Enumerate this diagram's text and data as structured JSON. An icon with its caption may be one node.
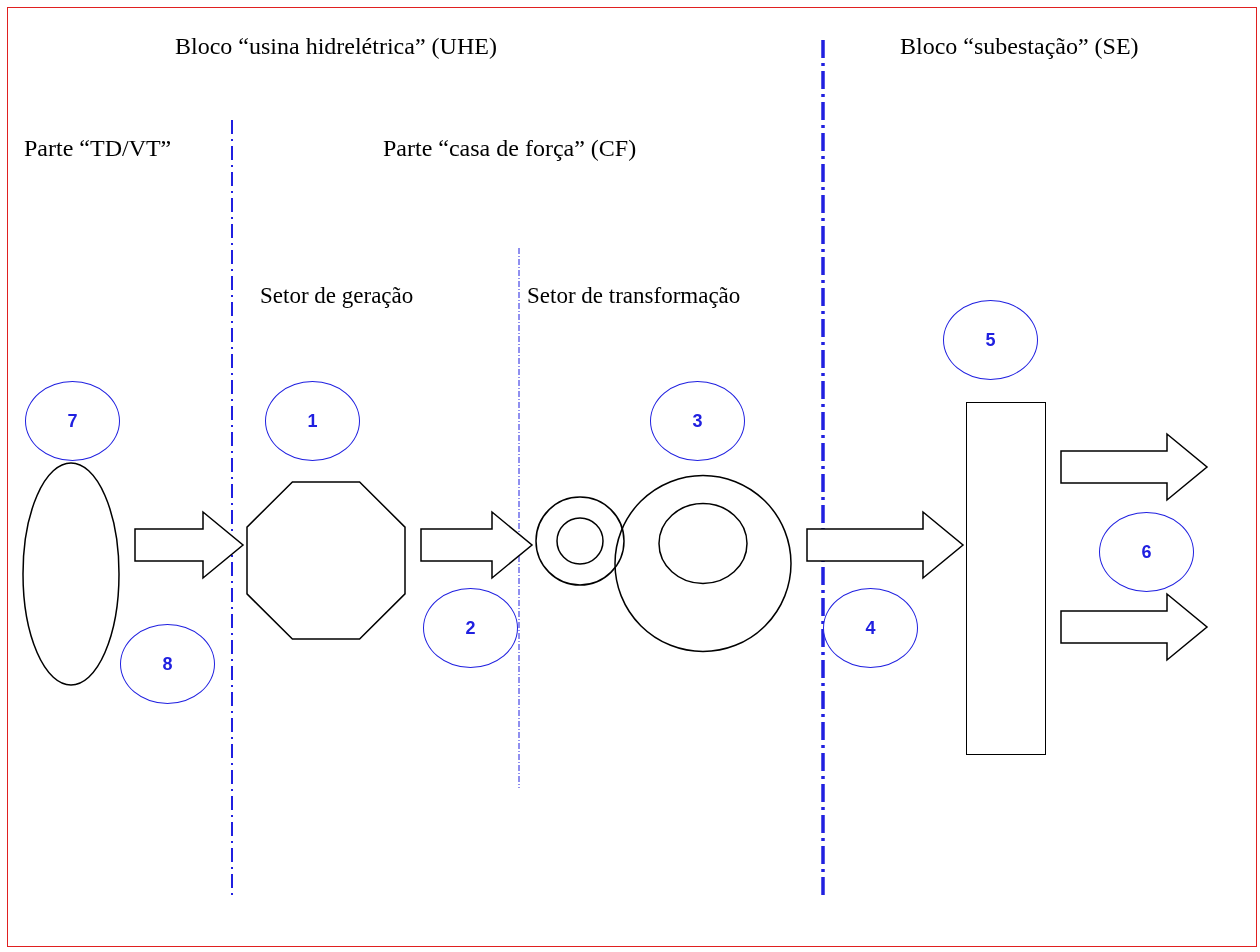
{
  "diagram": {
    "nodes": [
      {
        "text": [
          "5"
        ]
      },
      {
        "text": [
          "7"
        ]
      },
      {
        "text": [
          "1"
        ]
      },
      {
        "text": [
          "3"
        ]
      },
      {
        "text": [],
        "shape": "bar"
      },
      {
        "text": [],
        "shape": "ellipse"
      },
      {
        "text": [],
        "shape": "circle"
      },
      {
        "text": [],
        "shape": "octagon"
      },
      {
        "text": [
          "6"
        ]
      },
      {
        "text": [
          "2"
        ]
      },
      {
        "text": [
          "4"
        ]
      },
      {
        "text": [
          "8"
        ]
      }
    ],
    "edges": [
      {
        "from": 5,
        "to": 7,
        "arrow": "to"
      },
      {
        "from": 7,
        "to": 6,
        "arrow": "to"
      },
      {
        "from": 6,
        "to": 4,
        "arrow": "to"
      },
      {
        "from": 4,
        "to": null,
        "arrow": "to"
      },
      {
        "from": 4,
        "to": null,
        "arrow": "to"
      }
    ],
    "labels": [
      "Bloco “usina hidrelétrica” (UHE)",
      "Bloco “subestação” (SE)",
      "Parte “TD/VT”",
      "Parte “casa de força” (CF)",
      "Setor de geração",
      "Setor de transformação"
    ]
  }
}
